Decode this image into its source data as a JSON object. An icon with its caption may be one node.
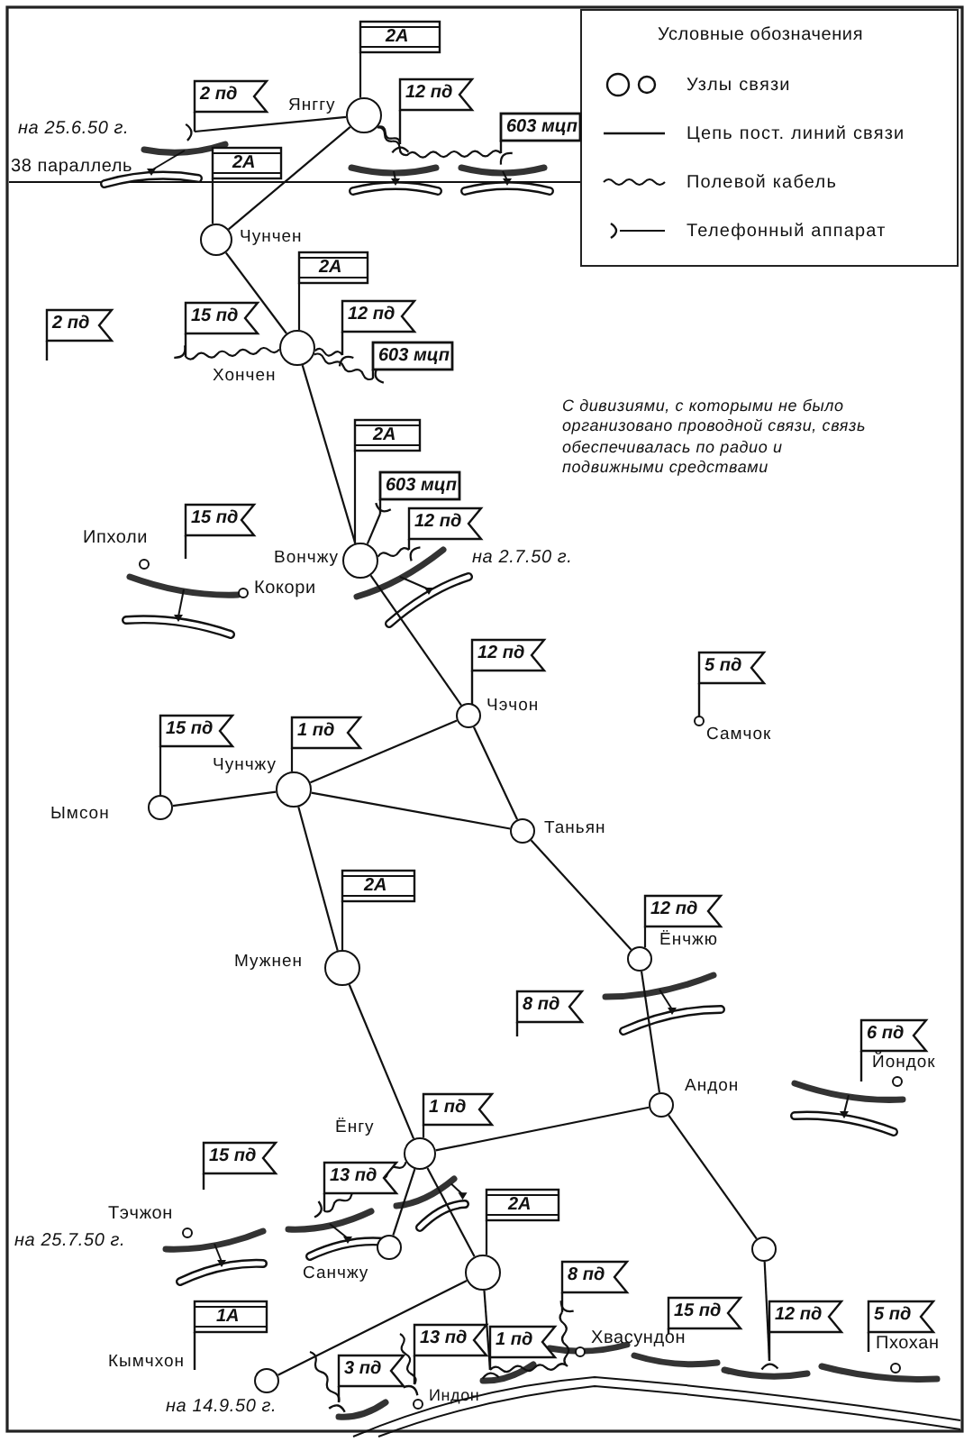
{
  "diagram": {
    "nodes": [
      {
        "text": [
          "2А"
        ]
      },
      {
        "text": [
          "2 пд"
        ]
      },
      {
        "text": [],
        "shape": "circle",
        "beside": [
          "Янггу"
        ]
      },
      {
        "text": [
          "12 пд"
        ]
      },
      {
        "text": [
          "603 мцп"
        ]
      },
      {
        "text": [
          "2А"
        ]
      },
      {
        "text": [],
        "shape": "circle",
        "beside": [
          "Чунчен"
        ]
      },
      {
        "text": [
          "2А"
        ]
      },
      {
        "text": [
          "2 пд"
        ]
      },
      {
        "text": [
          "15 пд"
        ]
      },
      {
        "text": [
          "12 пд"
        ]
      },
      {
        "text": [
          "603 мцп"
        ]
      },
      {
        "text": [],
        "shape": "circle",
        "beside": [
          "Хончен"
        ]
      },
      {
        "text": [
          "2А"
        ]
      },
      {
        "text": [
          "603 мцп"
        ]
      },
      {
        "text": [
          "15 пд"
        ]
      },
      {
        "text": [
          "12 пд"
        ]
      },
      {
        "text": [],
        "shape": "circle",
        "beside": [
          "Вончжу"
        ]
      },
      {
        "text": [
          "12 пд"
        ]
      },
      {
        "text": [
          "5 пд"
        ],
        "beside": [
          "Самчок"
        ]
      },
      {
        "text": [],
        "shape": "circle",
        "beside": [
          "Чэчон"
        ]
      },
      {
        "text": [
          "15 пд"
        ]
      },
      {
        "text": [
          "1 пд"
        ]
      },
      {
        "text": [],
        "shape": "circle",
        "beside": [
          "Чунчжу"
        ]
      },
      {
        "text": [],
        "shape": "circle",
        "beside": [
          "Ымсон"
        ]
      },
      {
        "text": [],
        "shape": "circle",
        "beside": [
          "Таньян"
        ]
      },
      {
        "text": [
          "2А"
        ]
      },
      {
        "text": [
          "12 пд"
        ]
      },
      {
        "text": [],
        "shape": "circle",
        "beside": [
          "Ёнчжю"
        ]
      },
      {
        "text": [],
        "shape": "circle",
        "beside": [
          "Мужнен"
        ]
      },
      {
        "text": [
          "8 пд"
        ]
      },
      {
        "text": [
          "6 пд"
        ],
        "beside": [
          "Йондок"
        ]
      },
      {
        "text": [
          "1 пд"
        ]
      },
      {
        "text": [],
        "shape": "circle",
        "beside": [
          "Андон"
        ]
      },
      {
        "text": [
          "15 пд"
        ]
      },
      {
        "text": [],
        "shape": "circle",
        "beside": [
          "Ёнгу"
        ]
      },
      {
        "text": [
          "13 пд"
        ]
      },
      {
        "text": [
          "2А"
        ]
      },
      {
        "text": [],
        "shape": "circle",
        "beside": [
          "Санчжу"
        ]
      },
      {
        "text": [],
        "shape": "circle"
      },
      {
        "text": [],
        "shape": "circle"
      },
      {
        "text": [
          "8 пд"
        ]
      },
      {
        "text": [
          "1А"
        ],
        "beside": [
          "Кымчхон"
        ]
      },
      {
        "text": [
          "15 пд"
        ]
      },
      {
        "text": [
          "12 пд"
        ]
      },
      {
        "text": [
          "5 пд"
        ]
      },
      {
        "text": [
          "13 пд"
        ]
      },
      {
        "text": [
          "3 пд"
        ]
      },
      {
        "text": [
          "1 пд"
        ]
      },
      {
        "text": [],
        "shape": "circle"
      }
    ],
    "edges": [
      {
        "from": 2,
        "to": 6,
        "arrow": "none"
      },
      {
        "from": 2,
        "to": 1,
        "arrow": "other"
      },
      {
        "from": 2,
        "to": 3,
        "arrow": "other"
      },
      {
        "from": 2,
        "to": 4,
        "arrow": "other"
      },
      {
        "from": 6,
        "to": 12,
        "arrow": "none"
      },
      {
        "from": 12,
        "to": 9,
        "arrow": "other"
      },
      {
        "from": 12,
        "to": 10,
        "arrow": "other"
      },
      {
        "from": 12,
        "to": 11,
        "arrow": "other"
      },
      {
        "from": 12,
        "to": 17,
        "arrow": "none"
      },
      {
        "from": 17,
        "to": 14,
        "arrow": "other"
      },
      {
        "from": 17,
        "to": 16,
        "arrow": "other"
      },
      {
        "from": 17,
        "to": 20,
        "arrow": "none"
      },
      {
        "from": 20,
        "to": 23,
        "arrow": "none"
      },
      {
        "from": 20,
        "to": 25,
        "arrow": "none"
      },
      {
        "from": 23,
        "to": 24,
        "arrow": "none"
      },
      {
        "from": 23,
        "to": 25,
        "arrow": "none"
      },
      {
        "from": 23,
        "to": 29,
        "arrow": "none"
      },
      {
        "from": 25,
        "to": 28,
        "arrow": "none"
      },
      {
        "from": 28,
        "to": 33,
        "arrow": "none"
      },
      {
        "from": 29,
        "to": 35,
        "arrow": "none"
      },
      {
        "from": 33,
        "to": 35,
        "arrow": "none"
      },
      {
        "from": 33,
        "to": 40,
        "arrow": "none"
      },
      {
        "from": 35,
        "to": 36,
        "arrow": "other"
      },
      {
        "from": 35,
        "to": 38,
        "arrow": "none"
      },
      {
        "from": 35,
        "to": 39,
        "arrow": "none"
      },
      {
        "from": 39,
        "to": 49,
        "arrow": "none"
      },
      {
        "from": 39,
        "to": 48,
        "arrow": "other"
      },
      {
        "from": 40,
        "to": 44,
        "arrow": "other"
      },
      {
        "from": null,
        "to": 47,
        "arrow": "other"
      },
      {
        "from": null,
        "to": 46,
        "arrow": "other"
      },
      {
        "from": 48,
        "to": 41,
        "arrow": "other"
      },
      {
        "from": 0,
        "to": 2,
        "arrow": "none"
      },
      {
        "from": 5,
        "to": 6,
        "arrow": "none"
      },
      {
        "from": 7,
        "to": 12,
        "arrow": "none"
      },
      {
        "from": 13,
        "to": 17,
        "arrow": "none"
      },
      {
        "from": 21,
        "to": 24,
        "arrow": "none"
      },
      {
        "from": 22,
        "to": 23,
        "arrow": "none"
      },
      {
        "from": 26,
        "to": 29,
        "arrow": "none"
      },
      {
        "from": 27,
        "to": 28,
        "arrow": "none"
      },
      {
        "from": 32,
        "to": 35,
        "arrow": "none"
      },
      {
        "from": 37,
        "to": 39,
        "arrow": "none"
      }
    ],
    "labels": [
      "Условные обозначения",
      "на 25.6.50 г.",
      "38 параллель",
      "С дивизиями, с которыми не было организовано проводной связи, связь обеспечивалась по радио и подвижными средствами",
      "Ипхоли",
      "на 2.7.50 г.",
      "Кокори",
      "Тэчжон",
      "на 25.7.50 г.",
      "Хвасундон",
      "Пхохан",
      "Индон",
      "на 14.9.50 г."
    ],
    "legend": [
      {
        "text": "Узлы связи"
      },
      {
        "text": "Цепь пост. линий связи"
      },
      {
        "text": "Полевой кабель"
      },
      {
        "text": "Телефонный аппарат"
      }
    ]
  }
}
